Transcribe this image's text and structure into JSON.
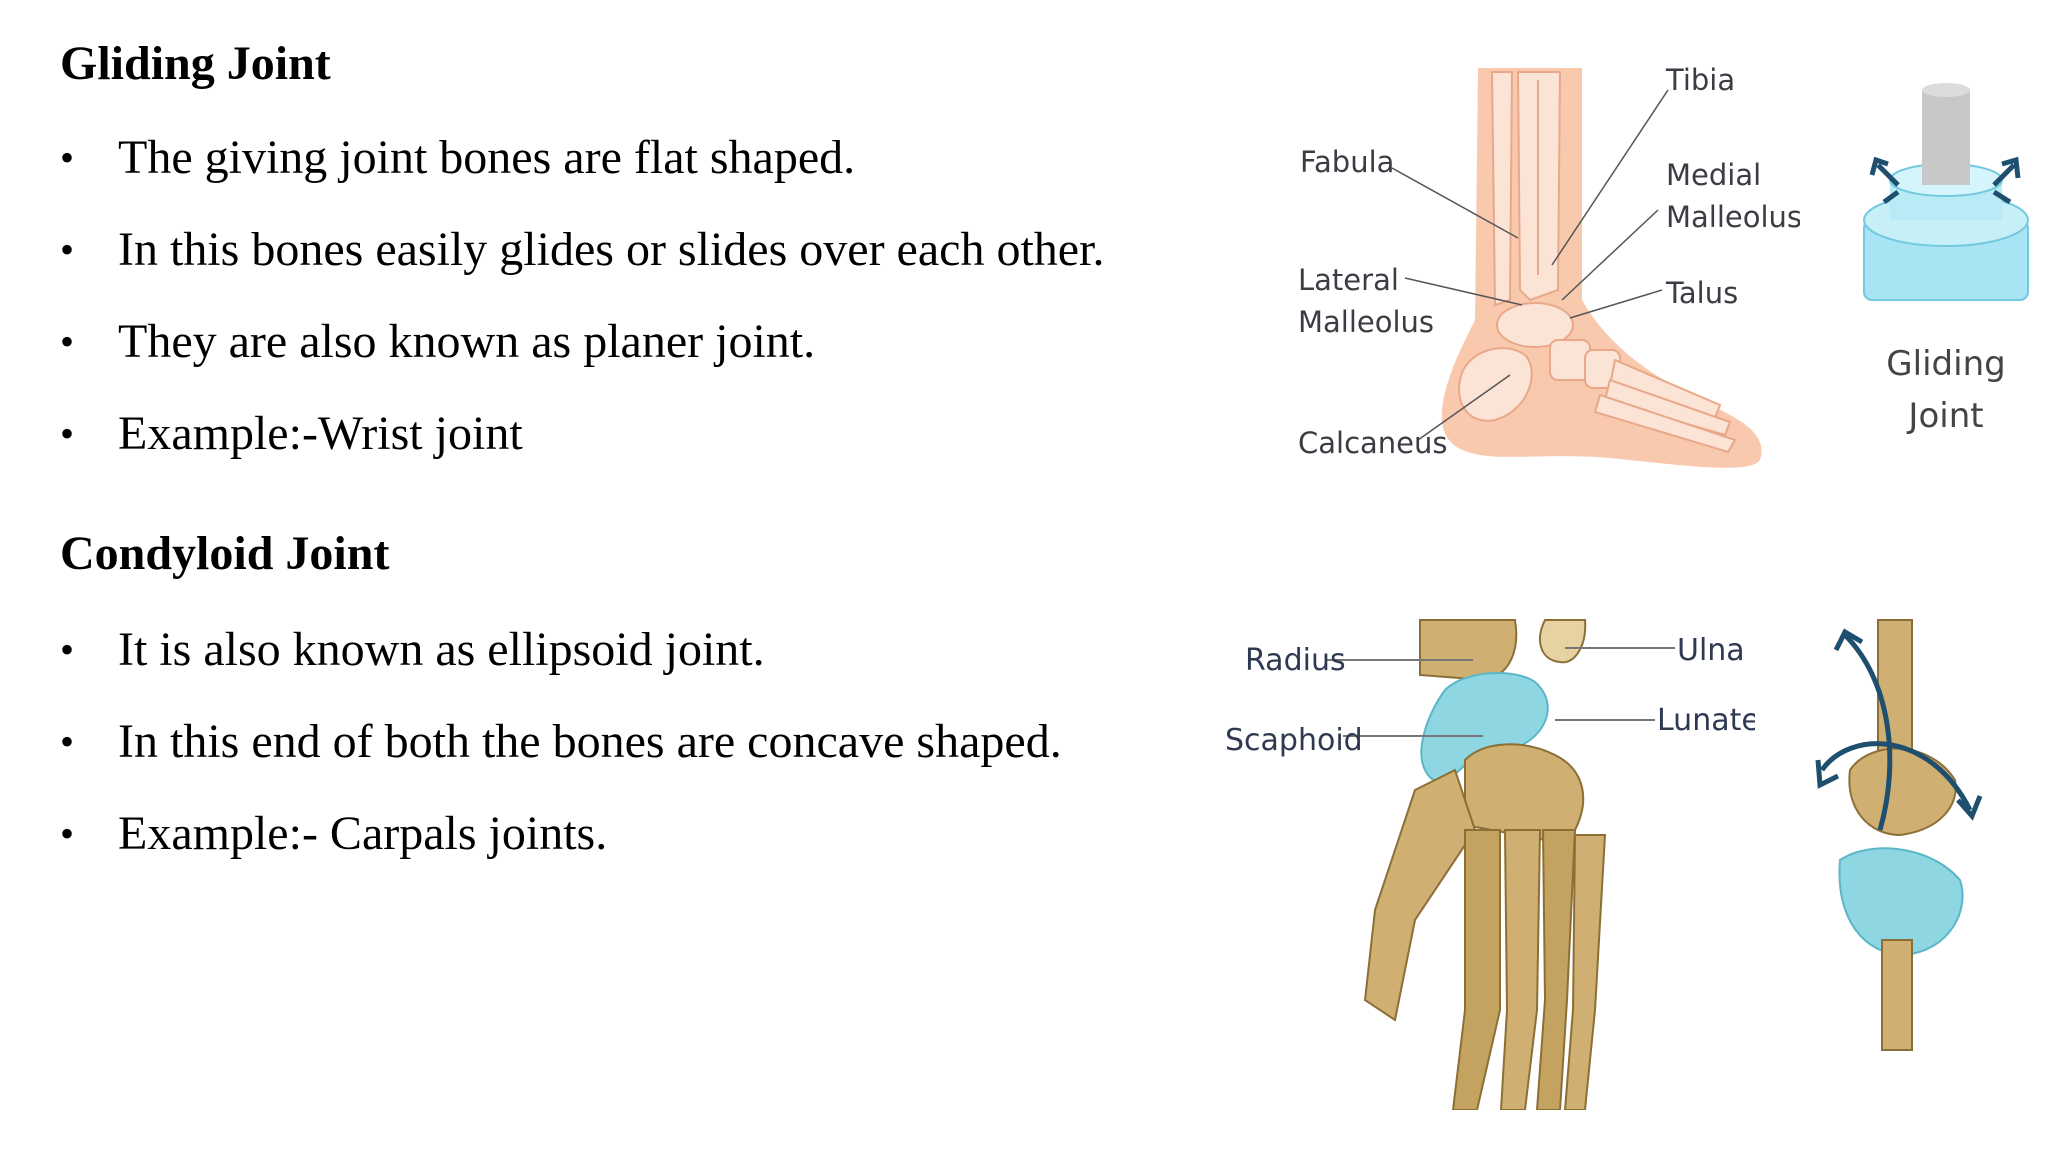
{
  "sections": [
    {
      "title": "Gliding Joint",
      "bullet_symbol": "•",
      "bullets": [
        "The giving joint bones are flat shaped.",
        "In this bones easily glides or slides over each other.",
        "They are also known as planer joint.",
        "Example:-Wrist joint"
      ]
    },
    {
      "title": "Condyloid Joint",
      "bullet_symbol": "•",
      "bullets": [
        "It is also known as ellipsoid joint.",
        "In this end of both the bones are concave shaped.",
        "Example:- Carpals joints."
      ]
    }
  ],
  "ankle_figure": {
    "labels": {
      "tibia": "Tibia",
      "fabula": "Fabula",
      "medial_1": "Medial",
      "medial_2": "Malleolus",
      "lateral_1": "Lateral",
      "lateral_2": "Malleolus",
      "talus": "Talus",
      "calcaneus": "Calcaneus"
    }
  },
  "gliding_icon": {
    "caption_1": "Gliding",
    "caption_2": "Joint"
  },
  "wrist_figure": {
    "labels": {
      "radius": "Radius",
      "ulna": "Ulna",
      "scaphoid": "Scaphoid",
      "lunate": "Lunate"
    }
  },
  "colors": {
    "skin": "#f9c9ae",
    "bone_light": "#fbe3d6",
    "bone_gold": "#c9a866",
    "cartilage_blue": "#8fd6e3",
    "arrow_blue": "#1f4f6e",
    "label_gray": "#3a3d44"
  }
}
